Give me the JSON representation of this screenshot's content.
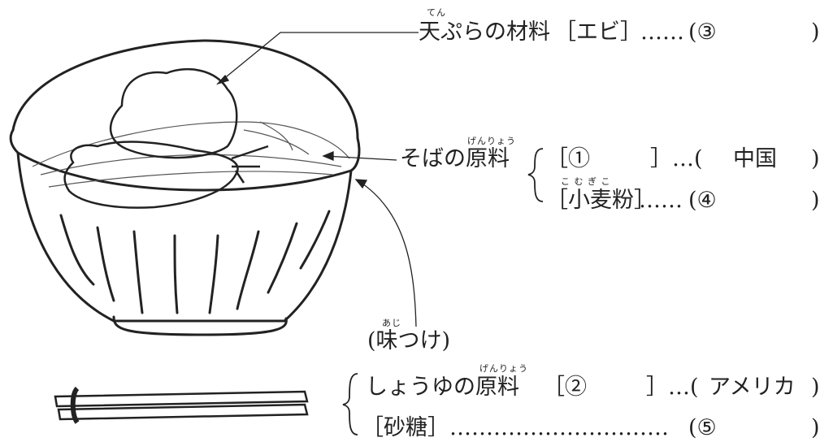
{
  "tempura": {
    "ruby": "てん",
    "text": "天ぷらの材料",
    "item": "［エビ］",
    "dots": "……",
    "open": "(③",
    "close": ")"
  },
  "soba": {
    "ruby": "げんりょう",
    "label": "そばの原料",
    "row1": {
      "item": "［①",
      "bracket_end": "］…(",
      "country": "中国",
      "close": ")"
    },
    "row2": {
      "ruby": "こ む ぎ こ",
      "item": "［小麦粉］",
      "dots": "……",
      "open": "(④",
      "close": ")"
    }
  },
  "seasoning": {
    "ruby": "あじ",
    "label": "(味つけ)"
  },
  "soy": {
    "ruby": "げんりょう",
    "label": "しょうゆの原料",
    "item": "［②",
    "bracket_end": "］…(",
    "country": "アメリカ",
    "close": ")"
  },
  "sugar": {
    "item": "［砂糖］",
    "dots": "…………………………",
    "open": "(⑤",
    "close": ")"
  }
}
